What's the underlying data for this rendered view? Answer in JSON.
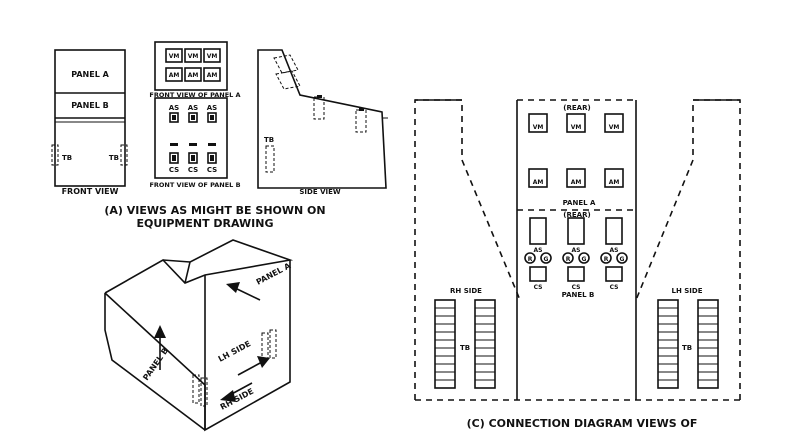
{
  "view_a": {
    "panel_a": "PANEL A",
    "panel_b": "PANEL B",
    "tb": "TB",
    "front_view": "FRONT VIEW",
    "vm": "VM",
    "am": "AM",
    "front_view_panel_a": "FRONT VIEW OF PANEL A",
    "as": "AS",
    "cs": "CS",
    "front_view_panel_b": "FRONT VIEW OF PANEL B",
    "side_view": "SIDE VIEW",
    "caption_line1": "(A) VIEWS AS MIGHT BE SHOWN ON",
    "caption_line2": "EQUIPMENT DRAWING"
  },
  "view_b": {
    "panel_a": "PANEL A",
    "panel_b": "PANEL B",
    "lh_side": "LH SIDE",
    "rh_side": "RH SIDE"
  },
  "view_c": {
    "rear": "(REAR)",
    "vm": "VM",
    "am": "AM",
    "panel_a": "PANEL A",
    "as": "AS",
    "cs": "CS",
    "r": "R",
    "g": "G",
    "panel_b": "PANEL B",
    "rh_side": "RH SIDE",
    "lh_side": "LH SIDE",
    "tb": "TB",
    "caption": "(C) CONNECTION DIAGRAM VIEWS OF"
  }
}
